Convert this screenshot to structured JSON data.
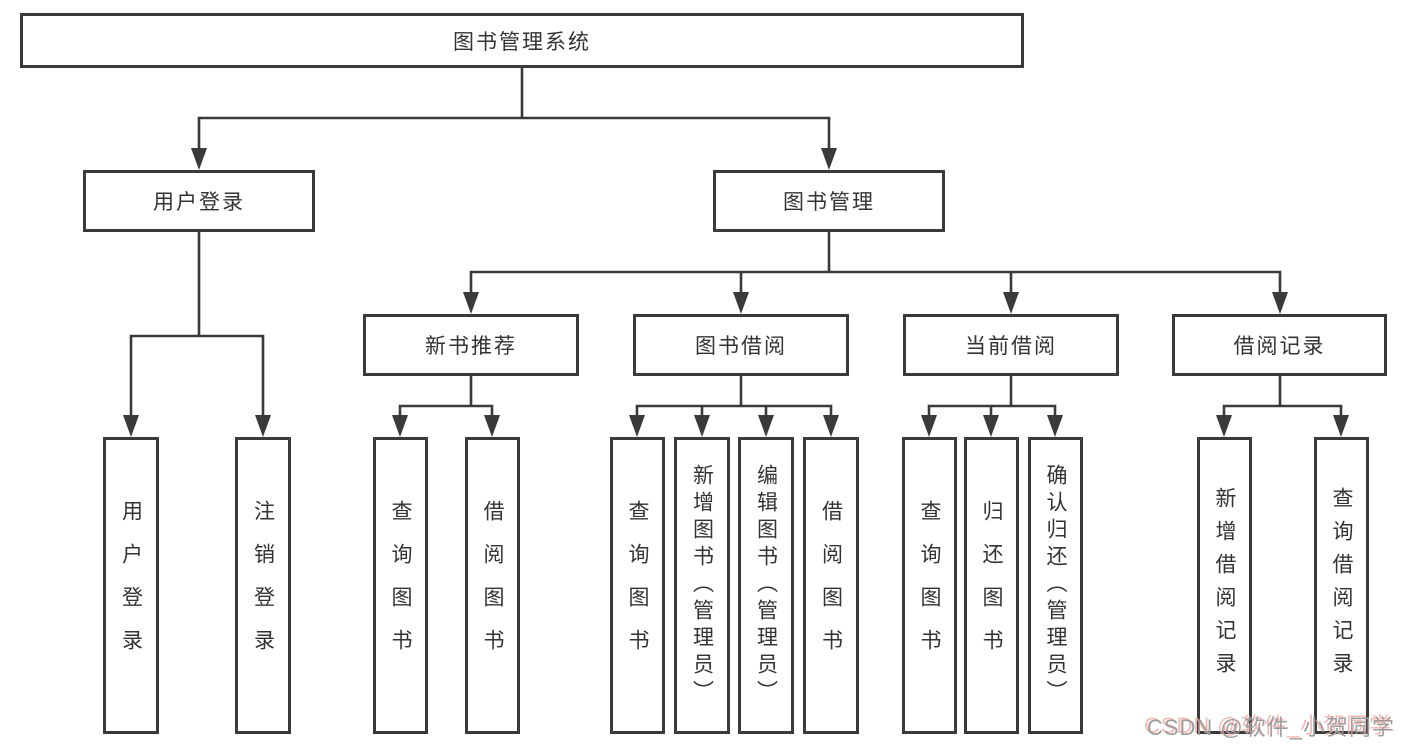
{
  "tree": {
    "label": "图书管理系统",
    "children": [
      {
        "label": "用户登录",
        "children": [
          {
            "label": "用户登录"
          },
          {
            "label": "注销登录"
          }
        ]
      },
      {
        "label": "图书管理",
        "children": [
          {
            "label": "新书推荐",
            "children": [
              {
                "label": "查询图书"
              },
              {
                "label": "借阅图书"
              }
            ]
          },
          {
            "label": "图书借阅",
            "children": [
              {
                "label": "查询图书"
              },
              {
                "label": "新增图书（管理员）"
              },
              {
                "label": "编辑图书（管理员）"
              },
              {
                "label": "借阅图书"
              }
            ]
          },
          {
            "label": "当前借阅",
            "children": [
              {
                "label": "查询图书"
              },
              {
                "label": "归还图书"
              },
              {
                "label": "确认归还（管理员）"
              }
            ]
          },
          {
            "label": "借阅记录",
            "children": [
              {
                "label": "新增借阅记录"
              },
              {
                "label": "查询借阅记录"
              }
            ]
          }
        ]
      }
    ]
  },
  "watermark": {
    "text": "CSDN @软件_小贺同学"
  },
  "colors": {
    "background": "#ffffff",
    "box_border": "#3a3a3a",
    "connector_line": "#3a3a3a",
    "text": "#333333",
    "watermark_text": "#9d9d9d",
    "watermark_shadow": "#f3aaa5"
  }
}
